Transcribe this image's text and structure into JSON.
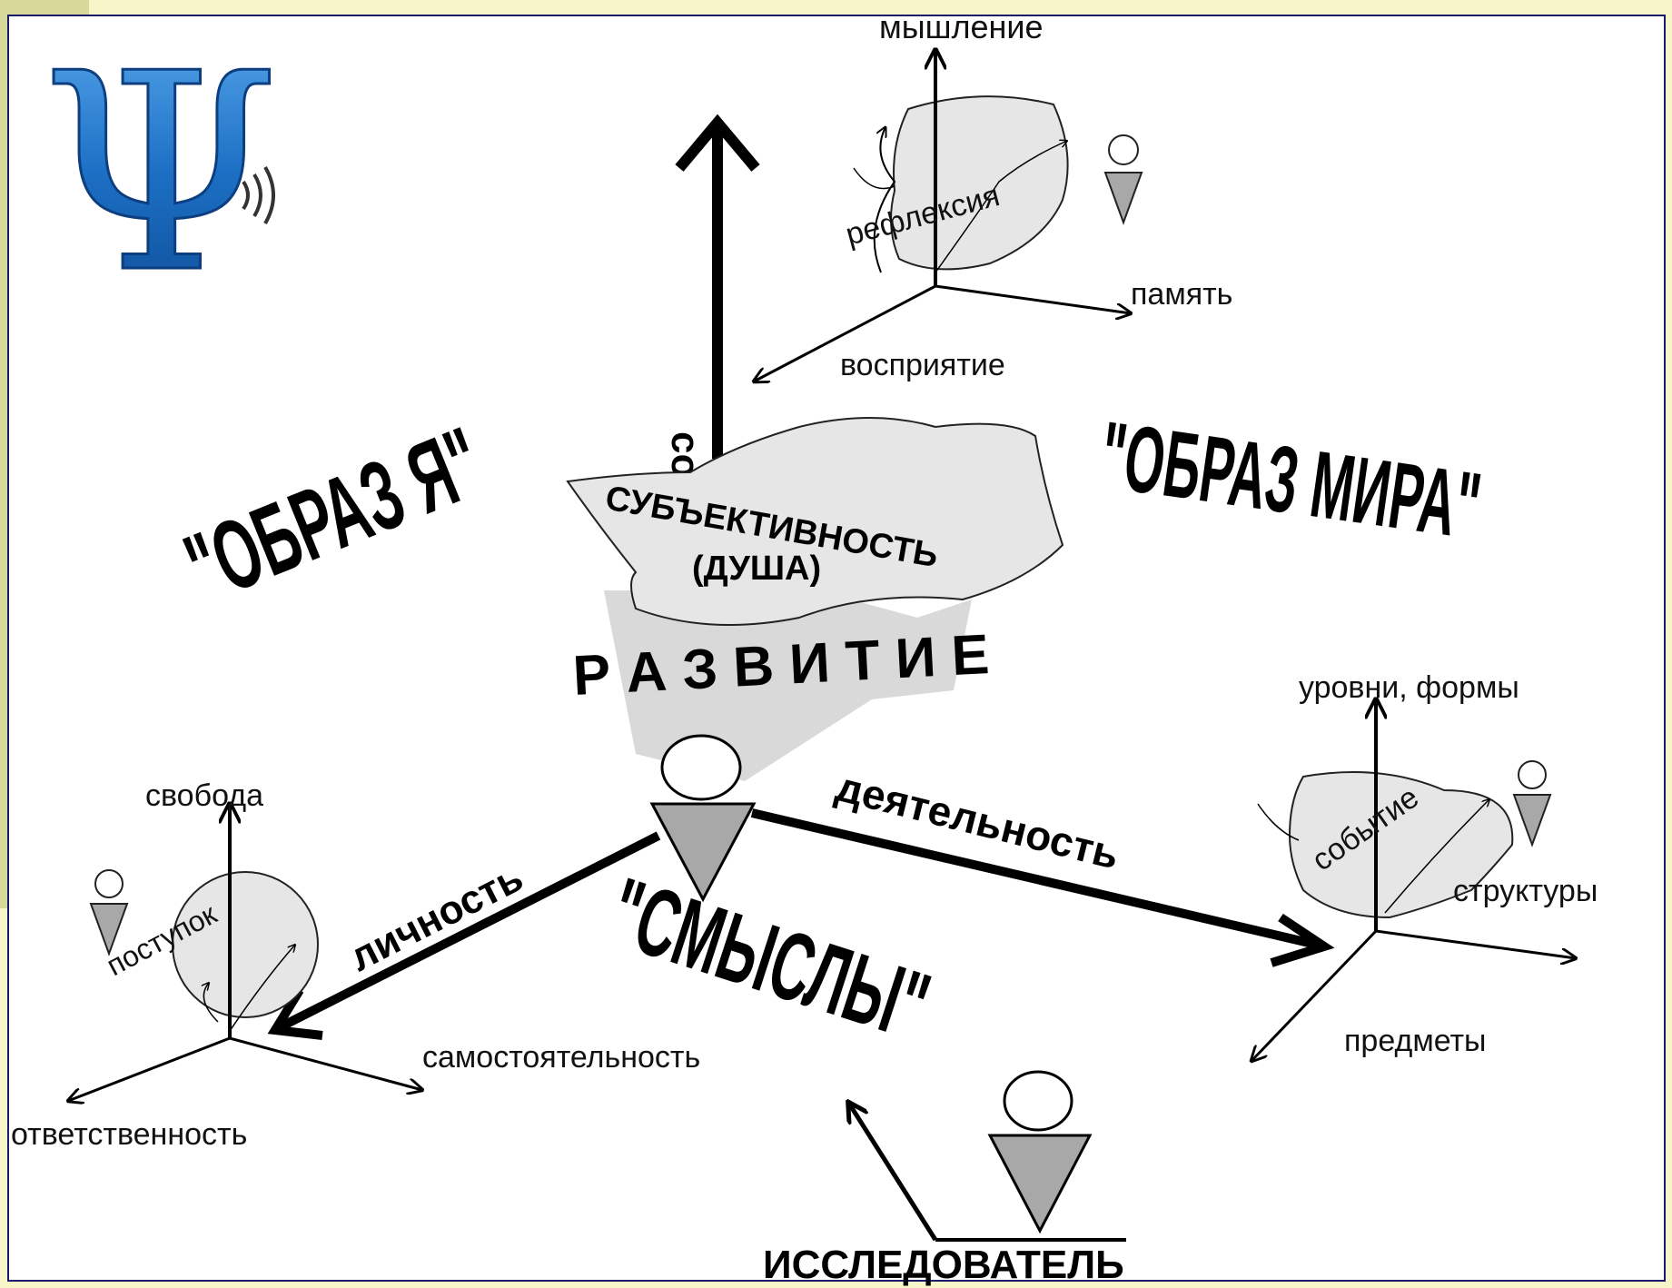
{
  "colors": {
    "background": "#f7f6c9",
    "frame": "#1a1a6e",
    "logo_blue": "#1c6fc4",
    "blob_fill": "#e6e6e6",
    "figure_gray": "#a8a8a8"
  },
  "logo": {
    "icon": "psi-icon",
    "sound_icon": "sound-waves-icon"
  },
  "labels": {
    "myshlenie": "мышление",
    "soznanie": "сознание",
    "refleksiya": "рефлексия",
    "pamyat": "память",
    "vospriyatie": "восприятие",
    "obraz_ya": "\"ОБРАЗ Я\"",
    "obraz_mira": "\"ОБРАЗ МИРА\"",
    "subektivnost": "СУБЪЕКТИВНОСТЬ",
    "dusha": "(ДУША)",
    "razvitie": "Р А З В И Т И Е",
    "urovni_formy": "уровни, формы",
    "sobytie": "событие",
    "struktury": "структуры",
    "predmety": "предметы",
    "deyatelnost": "деятельность",
    "lichnost": "личность",
    "svoboda": "свобода",
    "postupok": "поступок",
    "samostoyatelnost": "самостоятельность",
    "otvetstvennost": "ответственность",
    "smysly": "\"СМЫСЛЫ\"",
    "issledovatel": "ИССЛЕДОВАТЕЛЬ"
  }
}
